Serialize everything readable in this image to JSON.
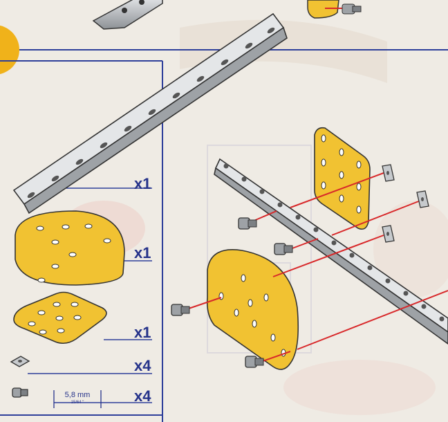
{
  "parts_list": [
    {
      "part": "perforated-strip-angled",
      "quantity": "x1"
    },
    {
      "part": "half-round-plate",
      "quantity": "x1"
    },
    {
      "part": "square-flat-plate",
      "quantity": "x1"
    },
    {
      "part": "square-nut",
      "quantity": "x4"
    },
    {
      "part": "bolt",
      "quantity": "x4"
    }
  ],
  "bolt_dimension": {
    "length": "5,8 mm",
    "length_inches": "15/64 \""
  },
  "colors": {
    "frame_blue": "#2e3f9a",
    "part_yellow": "#f1c232",
    "metal_grey": "#c7cacd",
    "guide_red": "#d8282a",
    "badge_orange": "#f0b21a"
  }
}
